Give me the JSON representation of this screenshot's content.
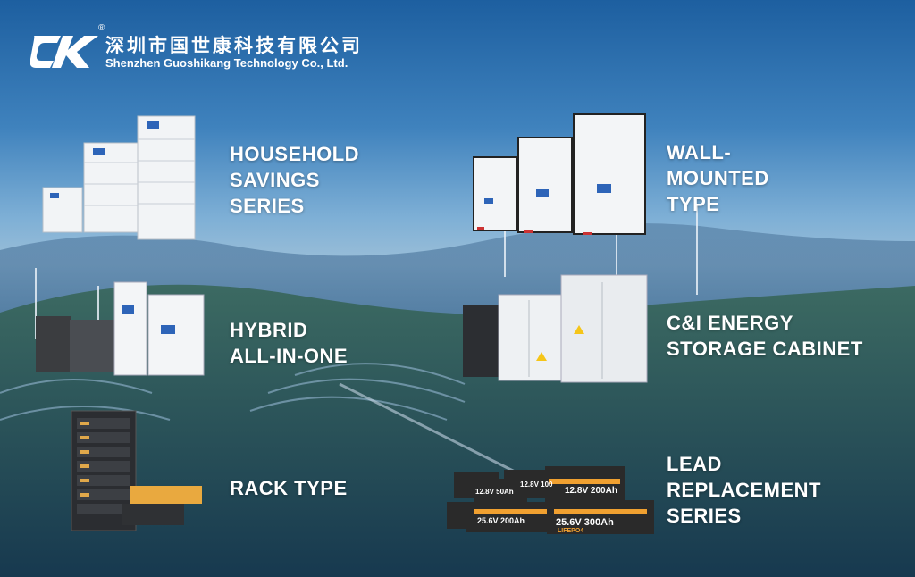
{
  "company": {
    "reg_mark": "®",
    "name_cn": "深圳市国世康科技有限公司",
    "name_en": "Shenzhen Guoshikang Technology Co., Ltd."
  },
  "series": [
    {
      "label": "HOUSEHOLD\nSAVINGS\nSERIES",
      "icon": "stacked-battery-units"
    },
    {
      "label": "WALL-\nMOUNTED\nTYPE",
      "icon": "wall-mounted-battery"
    },
    {
      "label": "HYBRID\nALL-IN-ONE",
      "icon": "hybrid-inverter-battery"
    },
    {
      "label": "C&I ENERGY\nSTORAGE CABINET",
      "icon": "storage-cabinet"
    },
    {
      "label": "RACK TYPE",
      "icon": "battery-rack"
    },
    {
      "label": "LEAD\nREPLACEMENT\nSERIES",
      "icon": "lifepo4-batteries"
    }
  ],
  "battery_labels": [
    "12.8V 50Ah",
    "12.8V 100",
    "12.8V 200Ah",
    "25.6V 200Ah",
    "25.6V 300Ah",
    "LIFEPO4"
  ],
  "colors": {
    "sky": "#3f82bd",
    "text": "#ffffff",
    "battery_orange": "#f0a030",
    "battery_dark": "#2a2a2a"
  }
}
